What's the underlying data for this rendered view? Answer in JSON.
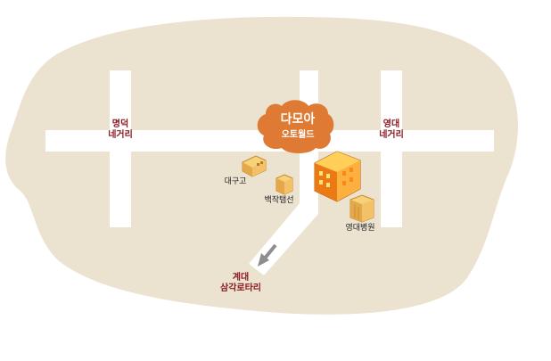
{
  "map": {
    "colors": {
      "background": "#ffffff",
      "land": "#ebe2d0",
      "road": "#ffffff",
      "label_red": "#8a1a22",
      "badge": "#de7a34",
      "building_orange": "#f7901e"
    },
    "badge": {
      "line1": "다모아",
      "line2": "오토월드"
    },
    "intersections": {
      "myeongdeok": {
        "line1": "명덕",
        "line2": "네거리"
      },
      "yeongdae": {
        "line1": "영대",
        "line2": "네거리"
      },
      "gyedae": {
        "line1": "계대",
        "line2": "삼각로타리"
      }
    },
    "landmarks": {
      "daegu_high": "대구고",
      "department_store": "백작탬선",
      "yeongdae_hospital": "영대병원"
    },
    "icons": {
      "target": "orange-building-icon",
      "direction": "gray-arrow-icon"
    }
  }
}
